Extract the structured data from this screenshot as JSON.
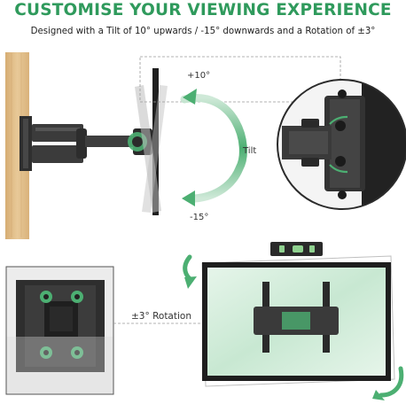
{
  "header": {
    "title": "CUSTOMISE YOUR VIEWING EXPERIENCE",
    "subtitle": "Designed with a Tilt of 10° upwards / -15° downwards and a Rotation of ±3°"
  },
  "tilt_panel": {
    "up_label": "+10°",
    "down_label": "-15°",
    "tilt_label": "Tilt"
  },
  "rotation_panel": {
    "rotation_label": "±3° Rotation"
  },
  "colors": {
    "accent": "#2f9a5c",
    "bracket": "#3a3a3a",
    "wood": "#e2c08e",
    "screen": "#d3ecdc"
  }
}
